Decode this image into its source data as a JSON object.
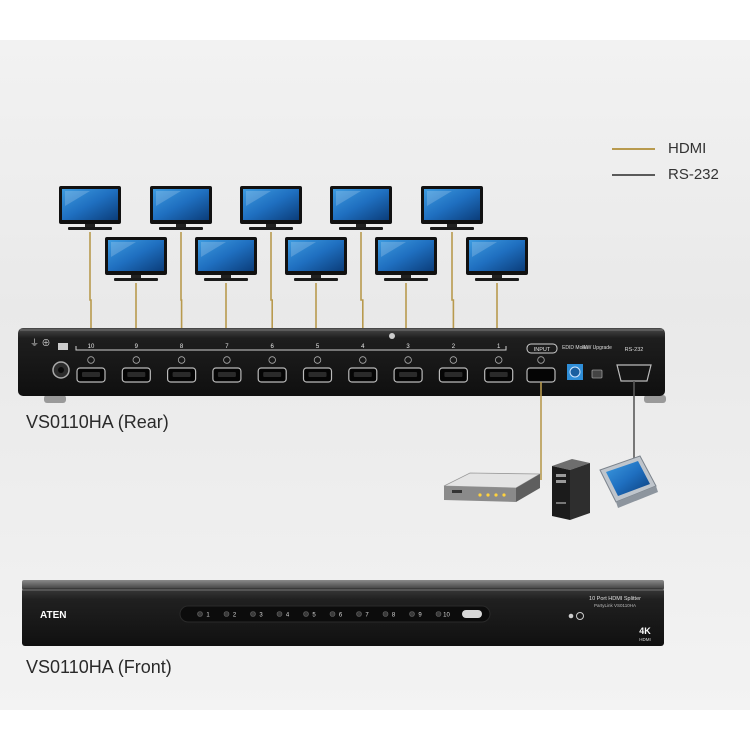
{
  "legend": {
    "hdmi_label": "HDMI",
    "hdmi_color": "#b89a4e",
    "rs232_label": "RS-232",
    "rs232_color": "#5a5a5a"
  },
  "rear_panel": {
    "caption": "VS0110HA (Rear)",
    "output_ports": [
      "10",
      "9",
      "8",
      "7",
      "6",
      "5",
      "4",
      "3",
      "2",
      "1"
    ],
    "input_label": "INPUT",
    "edid_label": "EDID Mode",
    "fw_label": "F/W Upgrade",
    "rs232_label": "RS-232"
  },
  "front_panel": {
    "caption": "VS0110HA (Front)",
    "brand": "ATEN",
    "product_name": "10 Port HDMI Splitter",
    "model_line": "PartyLink  VS0110HA",
    "port_leds": [
      "1",
      "2",
      "3",
      "4",
      "5",
      "6",
      "7",
      "8",
      "9",
      "10"
    ],
    "badge_4k": "4K",
    "badge_hdmi": "HDMI"
  },
  "devices": {
    "monitor_icon": "monitor-icon",
    "source_icon": "media-player-icon",
    "pc_icon": "pc-tower-icon",
    "control_icon": "touch-panel-icon"
  }
}
